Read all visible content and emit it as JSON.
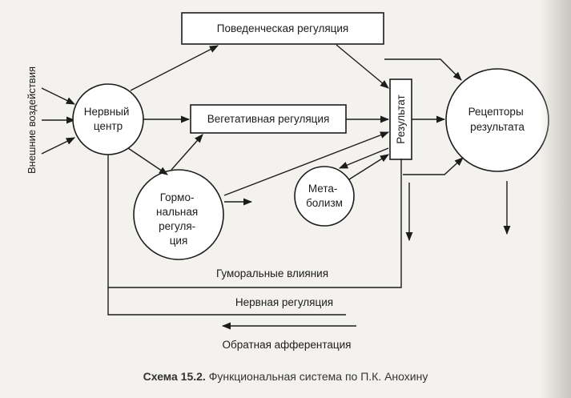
{
  "diagram": {
    "external_inputs_label": "Внешние воздействия",
    "nerve_center": [
      "Нервный",
      "центр"
    ],
    "behavioral_regulation": "Поведенческая регуляция",
    "vegetative_regulation": "Вегетативная регуляция",
    "hormonal_regulation": [
      "Гормо-",
      "нальная",
      "регуля-",
      "ция"
    ],
    "metabolism": [
      "Мета-",
      "болизм"
    ],
    "result": "Результат",
    "result_receptors": [
      "Рецепторы",
      "результата"
    ],
    "humoral_influences": "Гуморальные влияния",
    "nervous_regulation": "Нервная регуляция",
    "feedback_afferentation": "Обратная афферентация"
  },
  "caption": {
    "number": "Схема 15.2.",
    "text": "Функциональная система по П.К. Анохину"
  }
}
